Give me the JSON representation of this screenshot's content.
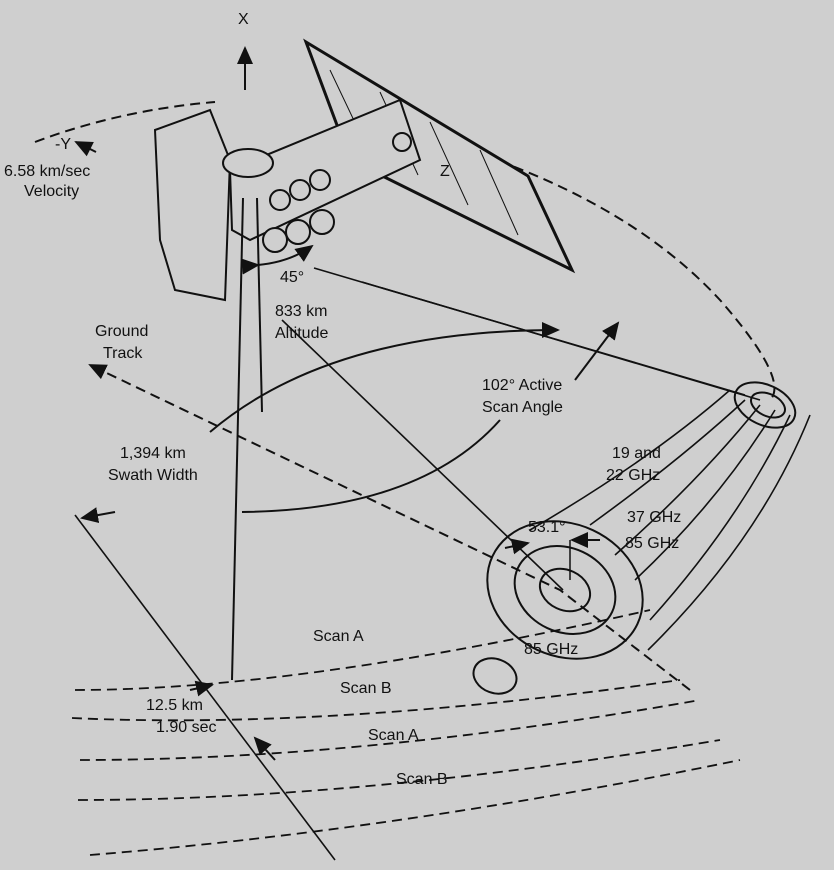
{
  "axes": {
    "x": "X",
    "neg_y": "-Y",
    "z": "Z"
  },
  "velocity": {
    "value": "6.58 km/sec",
    "label": "Velocity"
  },
  "angle_nadir": "45°",
  "altitude": {
    "value": "833 km",
    "label": "Altitude"
  },
  "ground_track": {
    "line1": "Ground",
    "line2": "Track"
  },
  "scan_angle": {
    "line1": "102° Active",
    "line2": "Scan Angle"
  },
  "swath": {
    "line1": "1,394 km",
    "line2": "Swath Width"
  },
  "freq_19_22": {
    "line1": "19 and",
    "line2": "22 GHz"
  },
  "freq_37": "37 GHz",
  "freq_85_upper": "85 GHz",
  "incidence_angle": "53.1°",
  "freq_85_lower": "85 GHz",
  "scan_spacing": {
    "distance": "12.5 km",
    "time": "1.90 sec"
  },
  "scans": [
    "Scan A",
    "Scan B",
    "Scan A",
    "Scan B"
  ],
  "colors": {
    "background": "#cfcfcf",
    "ink": "#111111"
  }
}
